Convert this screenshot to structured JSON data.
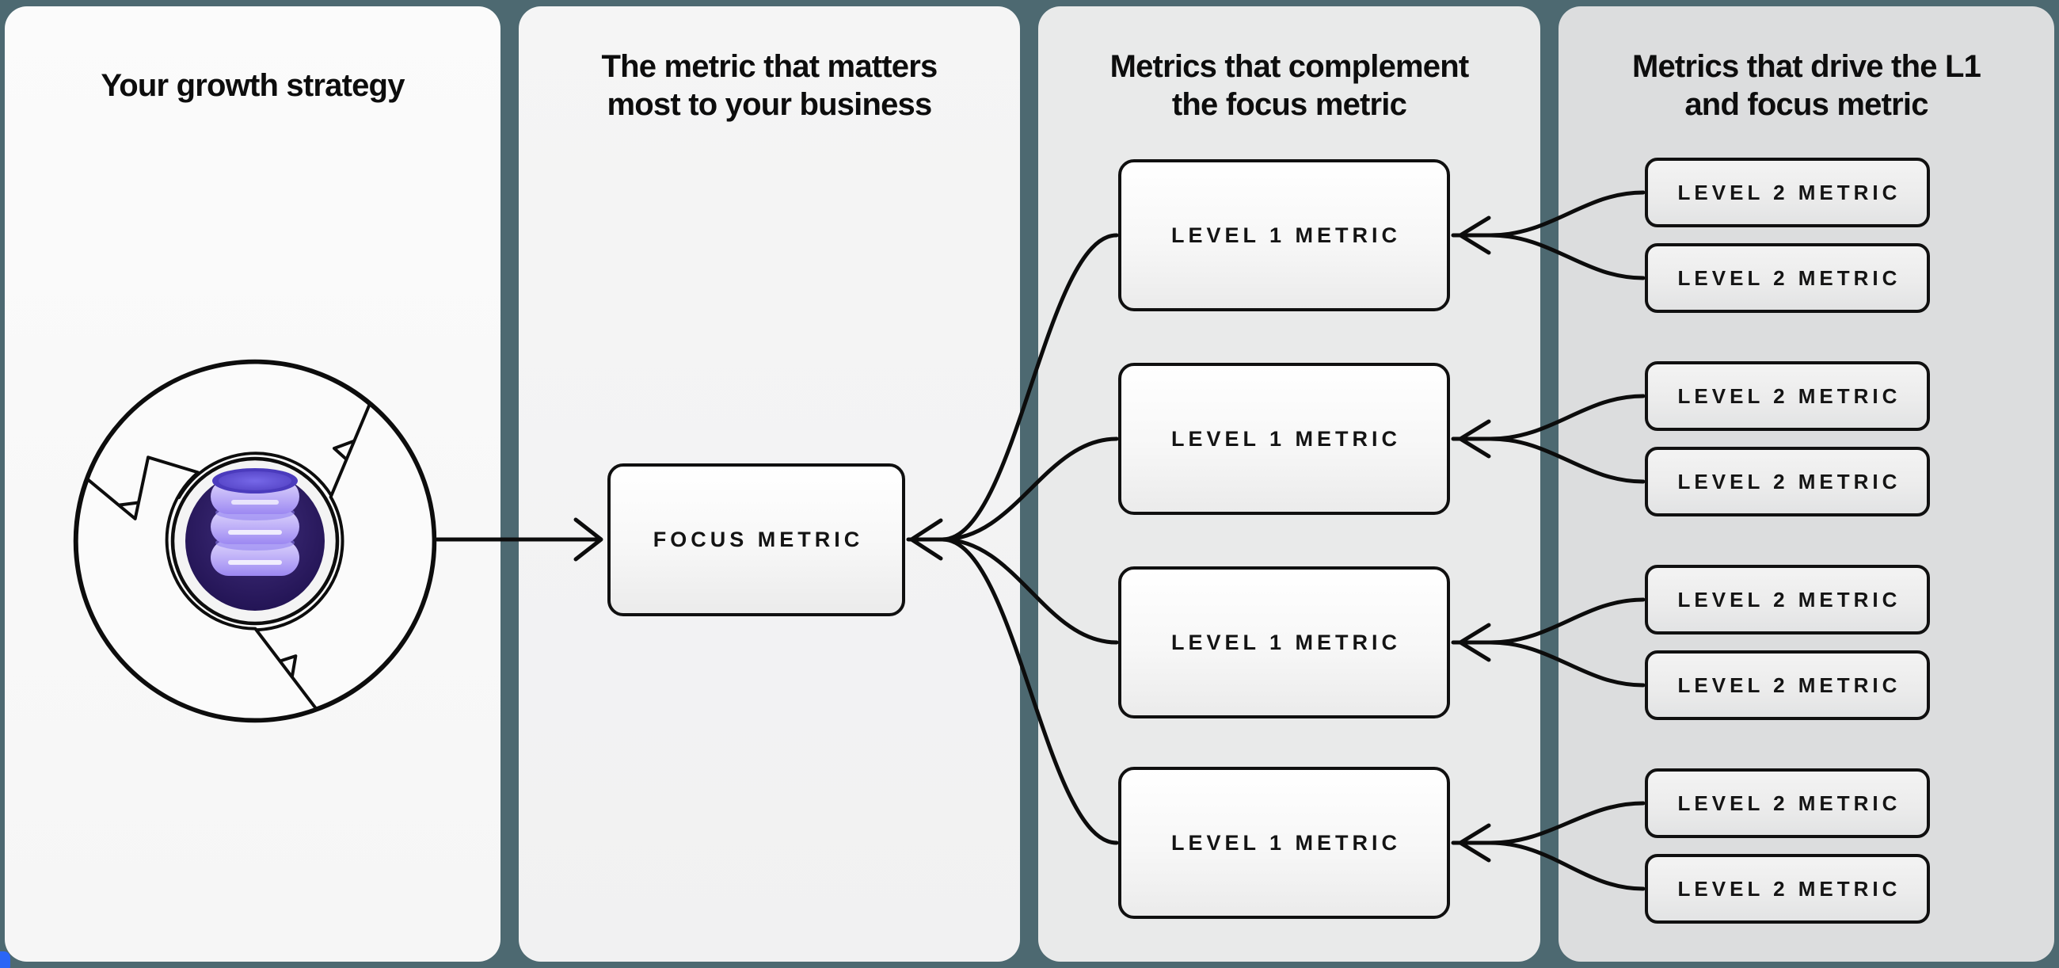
{
  "panels": [
    {
      "title_lines": [
        "Your growth strategy"
      ]
    },
    {
      "title_lines": [
        "The metric that matters",
        "most to your business"
      ]
    },
    {
      "title_lines": [
        "Metrics that complement",
        "the focus metric"
      ]
    },
    {
      "title_lines": [
        "Metrics that drive the L1",
        "and focus metric"
      ]
    }
  ],
  "nodes": {
    "focus": {
      "label": "FOCUS METRIC"
    },
    "level1": [
      {
        "label": "LEVEL 1 METRIC"
      },
      {
        "label": "LEVEL 1 METRIC"
      },
      {
        "label": "LEVEL 1 METRIC"
      },
      {
        "label": "LEVEL 1 METRIC"
      }
    ],
    "level2": [
      {
        "label": "LEVEL 2 METRIC"
      },
      {
        "label": "LEVEL 2 METRIC"
      },
      {
        "label": "LEVEL 2 METRIC"
      },
      {
        "label": "LEVEL 2 METRIC"
      },
      {
        "label": "LEVEL 2 METRIC"
      },
      {
        "label": "LEVEL 2 METRIC"
      },
      {
        "label": "LEVEL 2 METRIC"
      },
      {
        "label": "LEVEL 2 METRIC"
      }
    ]
  },
  "connections": {
    "strategy_to_focus": "growth-strategy flywheel feeds the focus metric",
    "level1_to_focus": "each level 1 metric curves into the focus metric (arrow into focus)",
    "level2_to_level1": "each pair of level 2 metrics curves into its level 1 metric"
  },
  "icons": {
    "flywheel": "flywheel-icon",
    "database": "database-icon"
  },
  "colors": {
    "background_teal": "#4d6971",
    "panel1": "#f9f9f9",
    "panel2": "#f3f3f4",
    "panel3": "#e9eaea",
    "panel4": "#dcddde",
    "line_black": "#0c0c0c",
    "hub_indigo": "#2a1a5e",
    "database_purple": "#6a58e0",
    "database_lavender": "#c3b5f8",
    "corner_blue": "#2b66f6"
  }
}
